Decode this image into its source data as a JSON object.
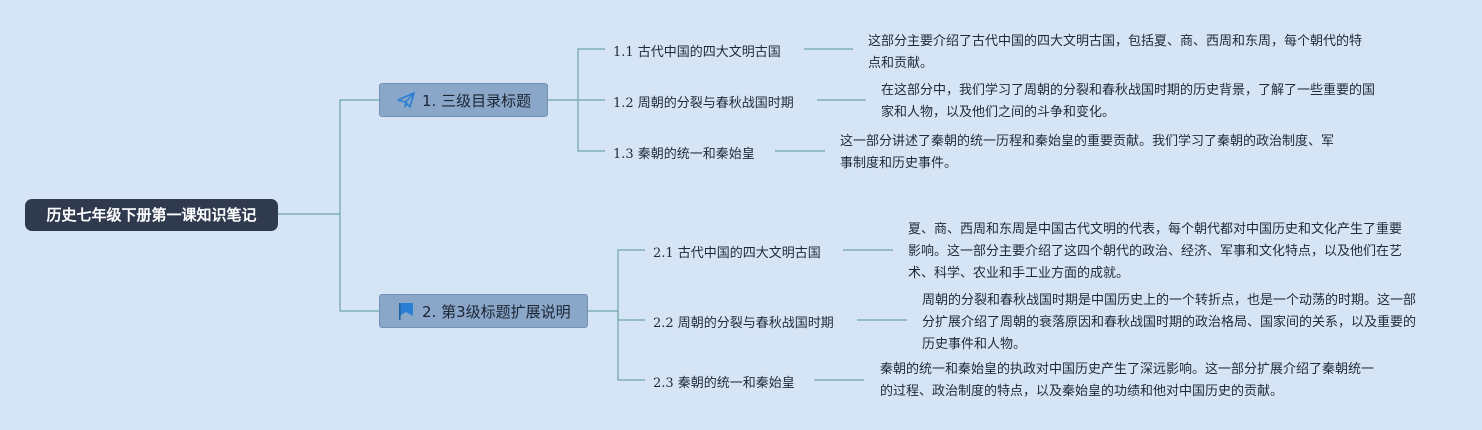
{
  "root": {
    "title": "历史七年级下册第一课知识笔记"
  },
  "branches": [
    {
      "label": "1. 三级目录标题",
      "icon": "paper-plane-icon",
      "topics": [
        {
          "label": "1.1 古代中国的四大文明古国",
          "note": "这部分主要介绍了古代中国的四大文明古国，包括夏、商、西周和东周，每个朝代的特点和贡献。"
        },
        {
          "label": "1.2 周朝的分裂与春秋战国时期",
          "note": "在这部分中，我们学习了周朝的分裂和春秋战国时期的历史背景，了解了一些重要的国家和人物，以及他们之间的斗争和变化。"
        },
        {
          "label": "1.3 秦朝的统一和秦始皇",
          "note": "这一部分讲述了秦朝的统一历程和秦始皇的重要贡献。我们学习了秦朝的政治制度、军事制度和历史事件。"
        }
      ]
    },
    {
      "label": "2. 第3级标题扩展说明",
      "icon": "flag-icon",
      "topics": [
        {
          "label": "2.1 古代中国的四大文明古国",
          "note": "夏、商、西周和东周是中国古代文明的代表，每个朝代都对中国历史和文化产生了重要影响。这一部分主要介绍了这四个朝代的政治、经济、军事和文化特点，以及他们在艺术、科学、农业和手工业方面的成就。"
        },
        {
          "label": "2.2 周朝的分裂与春秋战国时期",
          "note": "周朝的分裂和春秋战国时期是中国历史上的一个转折点，也是一个动荡的时期。这一部分扩展介绍了周朝的衰落原因和春秋战国时期的政治格局、国家间的关系，以及重要的历史事件和人物。"
        },
        {
          "label": "2.3 秦朝的统一和秦始皇",
          "note": "秦朝的统一和秦始皇的执政对中国历史产生了深远影响。这一部分扩展介绍了秦朝统一的过程、政治制度的特点，以及秦始皇的功绩和他对中国历史的贡献。"
        }
      ]
    }
  ],
  "colors": {
    "background": "#d6e5f6",
    "root": "#2f3a4f",
    "branch": "#8aa6c8",
    "connector": "#6ea5a8",
    "icon": "#2a7fd4"
  }
}
